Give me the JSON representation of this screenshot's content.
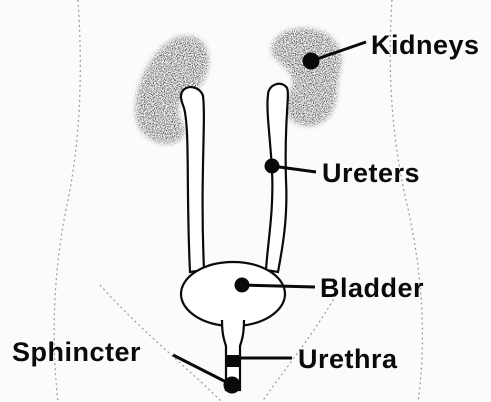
{
  "diagram": {
    "labels": {
      "kidneys": "Kidneys",
      "ureters": "Ureters",
      "bladder": "Bladder",
      "urethra": "Urethra",
      "sphincter": "Sphincter"
    }
  }
}
